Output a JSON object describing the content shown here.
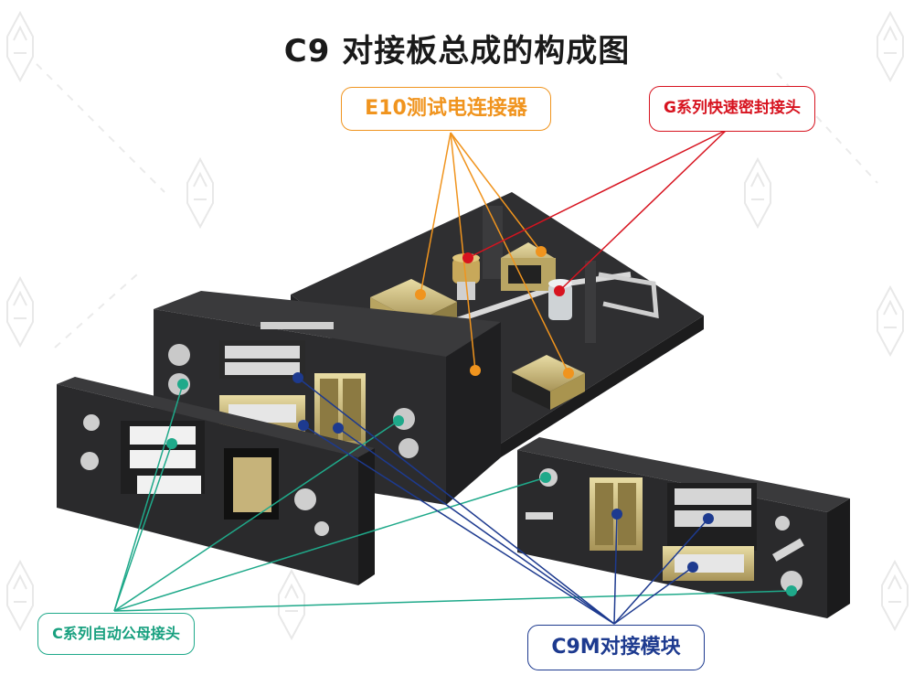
{
  "title": "C9 对接板总成的构成图",
  "callouts": {
    "e10": "E10测试电连接器",
    "g_series": "G系列快速密封接头",
    "c_series": "C系列自动公母接头",
    "c9m": "C9M对接模块"
  },
  "colors": {
    "orange": "#f0941e",
    "red": "#d7131f",
    "green": "#1fa98a",
    "blue": "#1d3a8f",
    "plate": "#2b2b2d",
    "brass": "#c9b57a"
  }
}
